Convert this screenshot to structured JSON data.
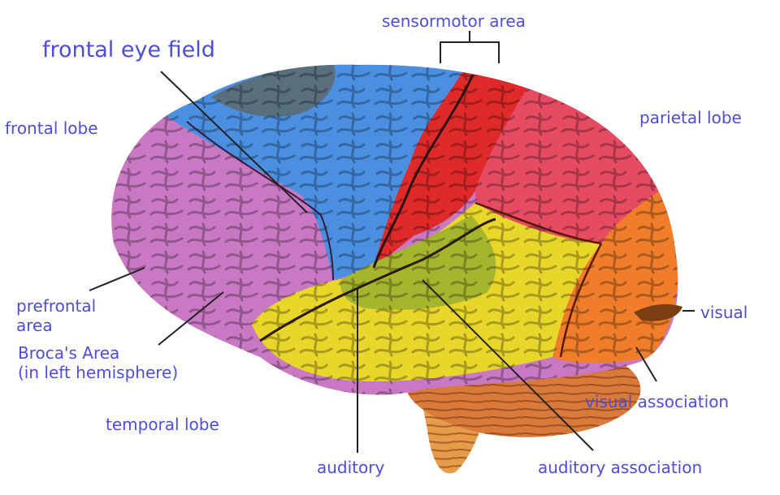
{
  "labels": {
    "sensormotor_area": "sensormotor area",
    "frontal_eye_field": "frontal eye field",
    "frontal_lobe": "frontal lobe",
    "parietal_lobe": "parietal lobe",
    "prefrontal_area": [
      "prefrontal",
      "area"
    ],
    "brocas_area": [
      "Broca's Area",
      "(in left hemisphere)"
    ],
    "visual": "visual",
    "visual_association": "visual association",
    "temporal_lobe": "temporal lobe",
    "auditory": "auditory",
    "auditory_association": "auditory association"
  },
  "colors": {
    "label_text": "#4d4dd6",
    "frontal_lobe": "#c978c4",
    "frontal_eye_field": "#5a6f7e",
    "motor_cortex": "#4a8fe0",
    "sensory_cortex": "#e02a2a",
    "parietal_lobe": "#e64b62",
    "occipital_lobe": "#f07d2a",
    "temporal_lobe": "#e8d62a",
    "auditory_area": "#a6b52e",
    "cerebellum": "#d9793a",
    "brainstem": "#e79c47"
  }
}
